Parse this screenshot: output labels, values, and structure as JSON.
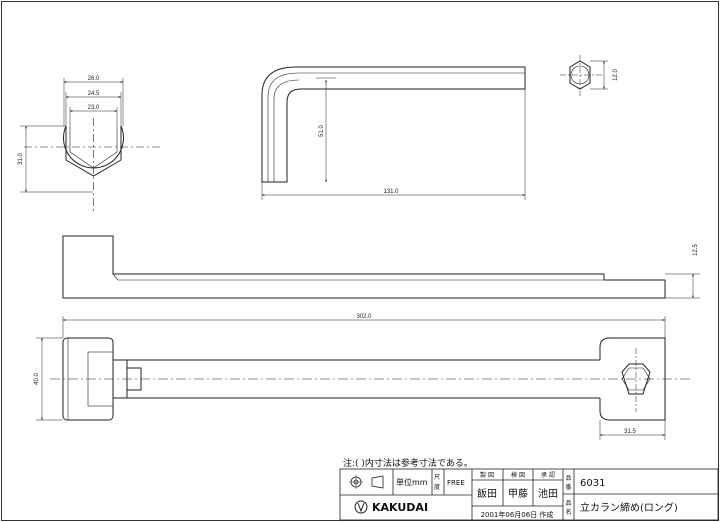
{
  "dimensions": {
    "slot_outer": "26.0",
    "slot_mid": "24.5",
    "slot_inner": "23.0",
    "head_height": "31.0",
    "bend_height": "51.0",
    "bend_length": "131.0",
    "hex_size": "12.0",
    "side_height": "12.5",
    "total_length": "302.0",
    "body_width": "40.0",
    "hex_offset": "31.5"
  },
  "note": "注:( )内寸法は参考寸法である。",
  "title_block": {
    "unit_label": "単位mm",
    "scale_label_1": "尺",
    "scale_label_2": "度",
    "scale_value": "FREE",
    "role_1": "製 図",
    "role_2": "検 図",
    "role_3": "承 認",
    "person_1": "飯田",
    "person_2": "甲藤",
    "person_3": "池田",
    "code_label_1": "品",
    "code_label_2": "番",
    "name_label_1": "品",
    "name_label_2": "名",
    "part_number": "6031",
    "part_name": "立カラン締め(ロング)",
    "company": "KAKUDAI",
    "date": "2001年06月06日 作成"
  }
}
